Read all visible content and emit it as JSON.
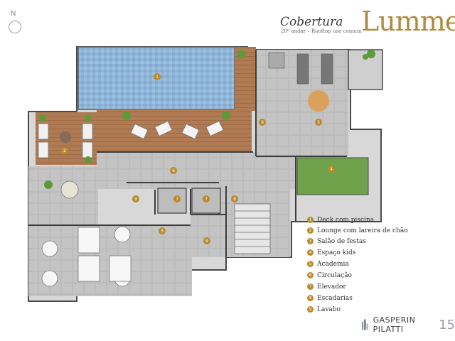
{
  "header": {
    "title": "Cobertura",
    "subtitle": "20º andar – Rooftop uso comum",
    "brand": "Lumme"
  },
  "compass": {
    "label": "N"
  },
  "legend": [
    {
      "num": "1",
      "label": "Deck com piscina"
    },
    {
      "num": "2",
      "label": "Lounge com lareira de chão"
    },
    {
      "num": "3",
      "label": "Salão de festas"
    },
    {
      "num": "4",
      "label": "Espaço kids"
    },
    {
      "num": "5",
      "label": "Academia"
    },
    {
      "num": "6",
      "label": "Circulação"
    },
    {
      "num": "7",
      "label": "Elevador"
    },
    {
      "num": "8",
      "label": "Escadarias"
    },
    {
      "num": "9",
      "label": "Lavabo"
    }
  ],
  "plan_markers": [
    "1",
    "2",
    "3",
    "4",
    "5",
    "6",
    "7",
    "7",
    "8",
    "9",
    "9",
    "9"
  ],
  "footer": {
    "company": "GASPERIN PILATTI",
    "mark_number": "15"
  },
  "colors": {
    "accent": "#b98a2c",
    "pool": "#8fb6d8",
    "deck": "#b07a52",
    "floor": "#c9c9c9",
    "grass": "#6fa24a"
  }
}
